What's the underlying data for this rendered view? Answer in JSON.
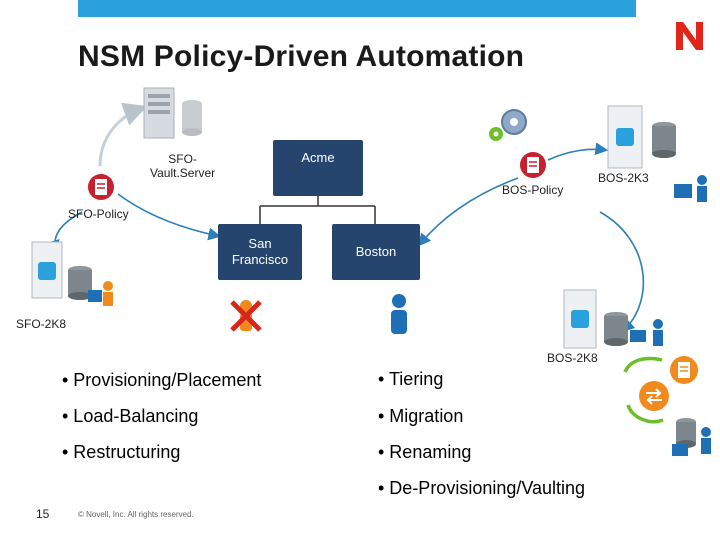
{
  "title": "NSM Policy-Driven Automation",
  "nodes": {
    "root": "Acme",
    "child_left": "San Francisco",
    "child_left_line1": "San",
    "child_left_line2": "Francisco",
    "child_right": "Boston"
  },
  "labels": {
    "vault_server_line1": "SFO-",
    "vault_server_line2": "Vault.Server",
    "sfo_policy": "SFO-Policy",
    "bos_policy": "BOS-Policy",
    "bos_2k3": "BOS-2K3",
    "sfo_2k8": "SFO-2K8",
    "bos_2k8": "BOS-2K8"
  },
  "bullets_left": [
    "• Provisioning/Placement",
    "• Load-Balancing",
    "• Restructuring"
  ],
  "bullets_right": [
    "• Tiering",
    "• Migration",
    "• Renaming",
    "• De-Provisioning/Vaulting"
  ],
  "footer": {
    "page_number": "15",
    "copyright": "© Novell, Inc. All rights reserved."
  },
  "logo": "N",
  "colors": {
    "accent_bar": "#2aa0dc",
    "node_box": "#25456e",
    "logo_red": "#e1251b",
    "connector": "#2c7fb8",
    "policy_red": "#c8202f",
    "user_blue": "#1f6fb5",
    "cross_red": "#d9261c",
    "cycle_green": "#6cbf2a"
  }
}
